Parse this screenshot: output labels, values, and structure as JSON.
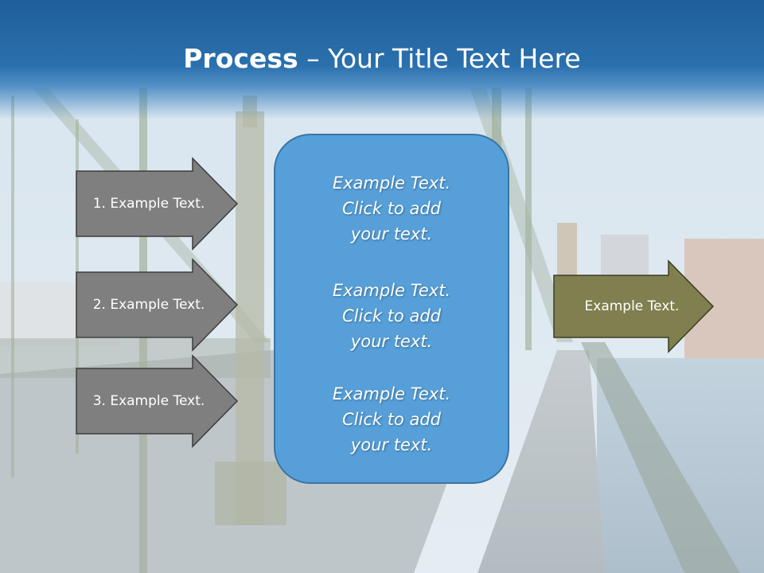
{
  "title": {
    "bold": "Process",
    "rest": " – Your Title Text Here"
  },
  "left_arrows": [
    {
      "label": "1. Example Text."
    },
    {
      "label": "2. Example Text."
    },
    {
      "label": "3. Example Text."
    }
  ],
  "center_box": {
    "blocks": [
      {
        "line1": "Example Text.",
        "line2": "Click  to add",
        "line3": "your text."
      },
      {
        "line1": "Example Text.",
        "line2": "Click  to add",
        "line3": "your text."
      },
      {
        "line1": "Example Text.",
        "line2": "Click  to add",
        "line3": "your text."
      }
    ]
  },
  "right_arrow": {
    "label": "Example Text."
  },
  "colors": {
    "title_bar": "#2a70ad",
    "left_arrow_fill": "#7f7f7f",
    "center_box_fill": "#569fd8",
    "right_arrow_fill": "#7f7f4f"
  }
}
